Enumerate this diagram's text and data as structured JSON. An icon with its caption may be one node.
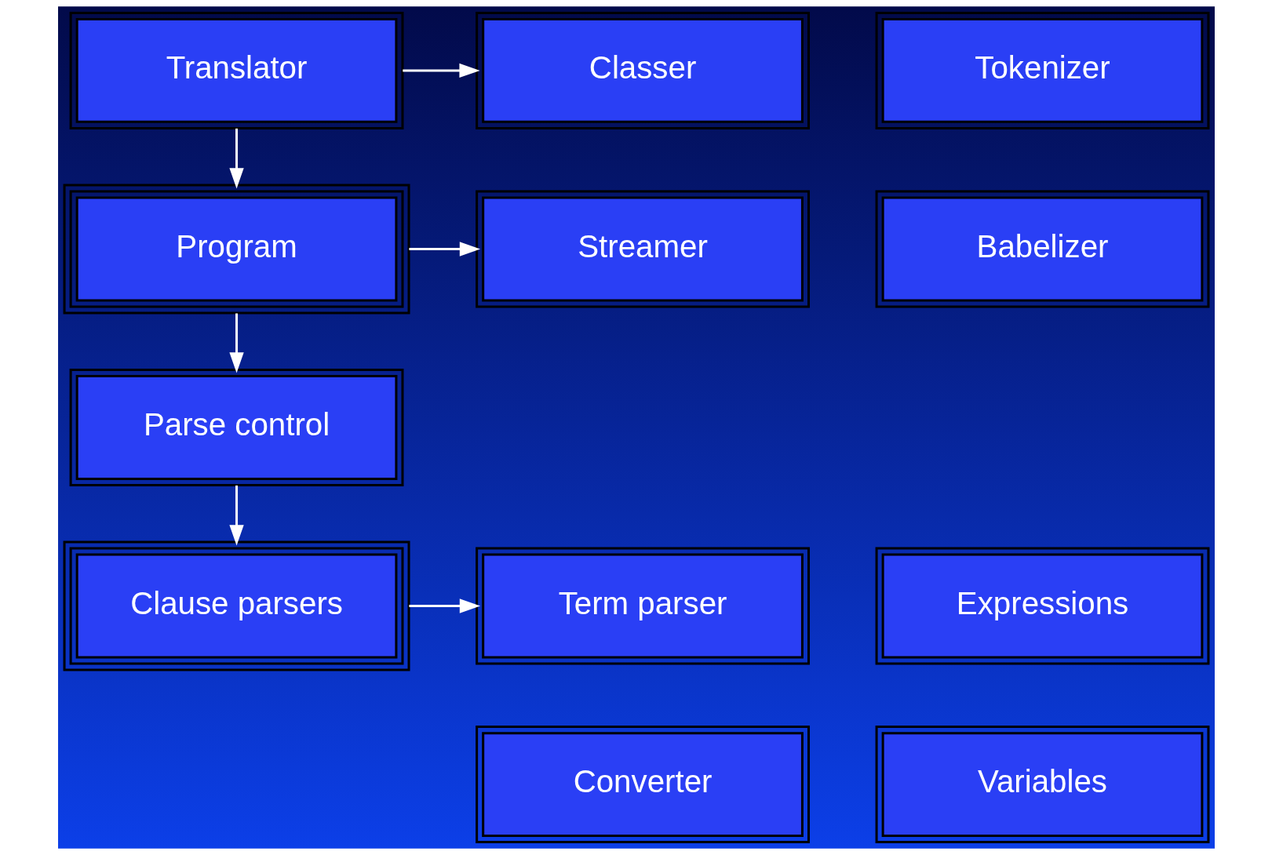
{
  "diagram": {
    "nodes": [
      {
        "text": [
          "Translator"
        ]
      },
      {
        "text": [
          "Classer"
        ]
      },
      {
        "text": [
          "Tokenizer"
        ]
      },
      {
        "text": [
          "Program"
        ]
      },
      {
        "text": [
          "Streamer"
        ]
      },
      {
        "text": [
          "Babelizer"
        ]
      },
      {
        "text": [
          "Parse control"
        ]
      },
      {
        "text": [
          "Clause parsers"
        ]
      },
      {
        "text": [
          "Term parser"
        ]
      },
      {
        "text": [
          "Expressions"
        ]
      },
      {
        "text": [
          "Converter"
        ]
      },
      {
        "text": [
          "Variables"
        ]
      }
    ],
    "edges": [
      {
        "from": 0,
        "to": 1,
        "arrow": "to"
      },
      {
        "from": 0,
        "to": 3,
        "arrow": "to"
      },
      {
        "from": 3,
        "to": 4,
        "arrow": "to"
      },
      {
        "from": 3,
        "to": 6,
        "arrow": "to"
      },
      {
        "from": 6,
        "to": 7,
        "arrow": "to"
      },
      {
        "from": 7,
        "to": 8,
        "arrow": "to"
      }
    ]
  }
}
